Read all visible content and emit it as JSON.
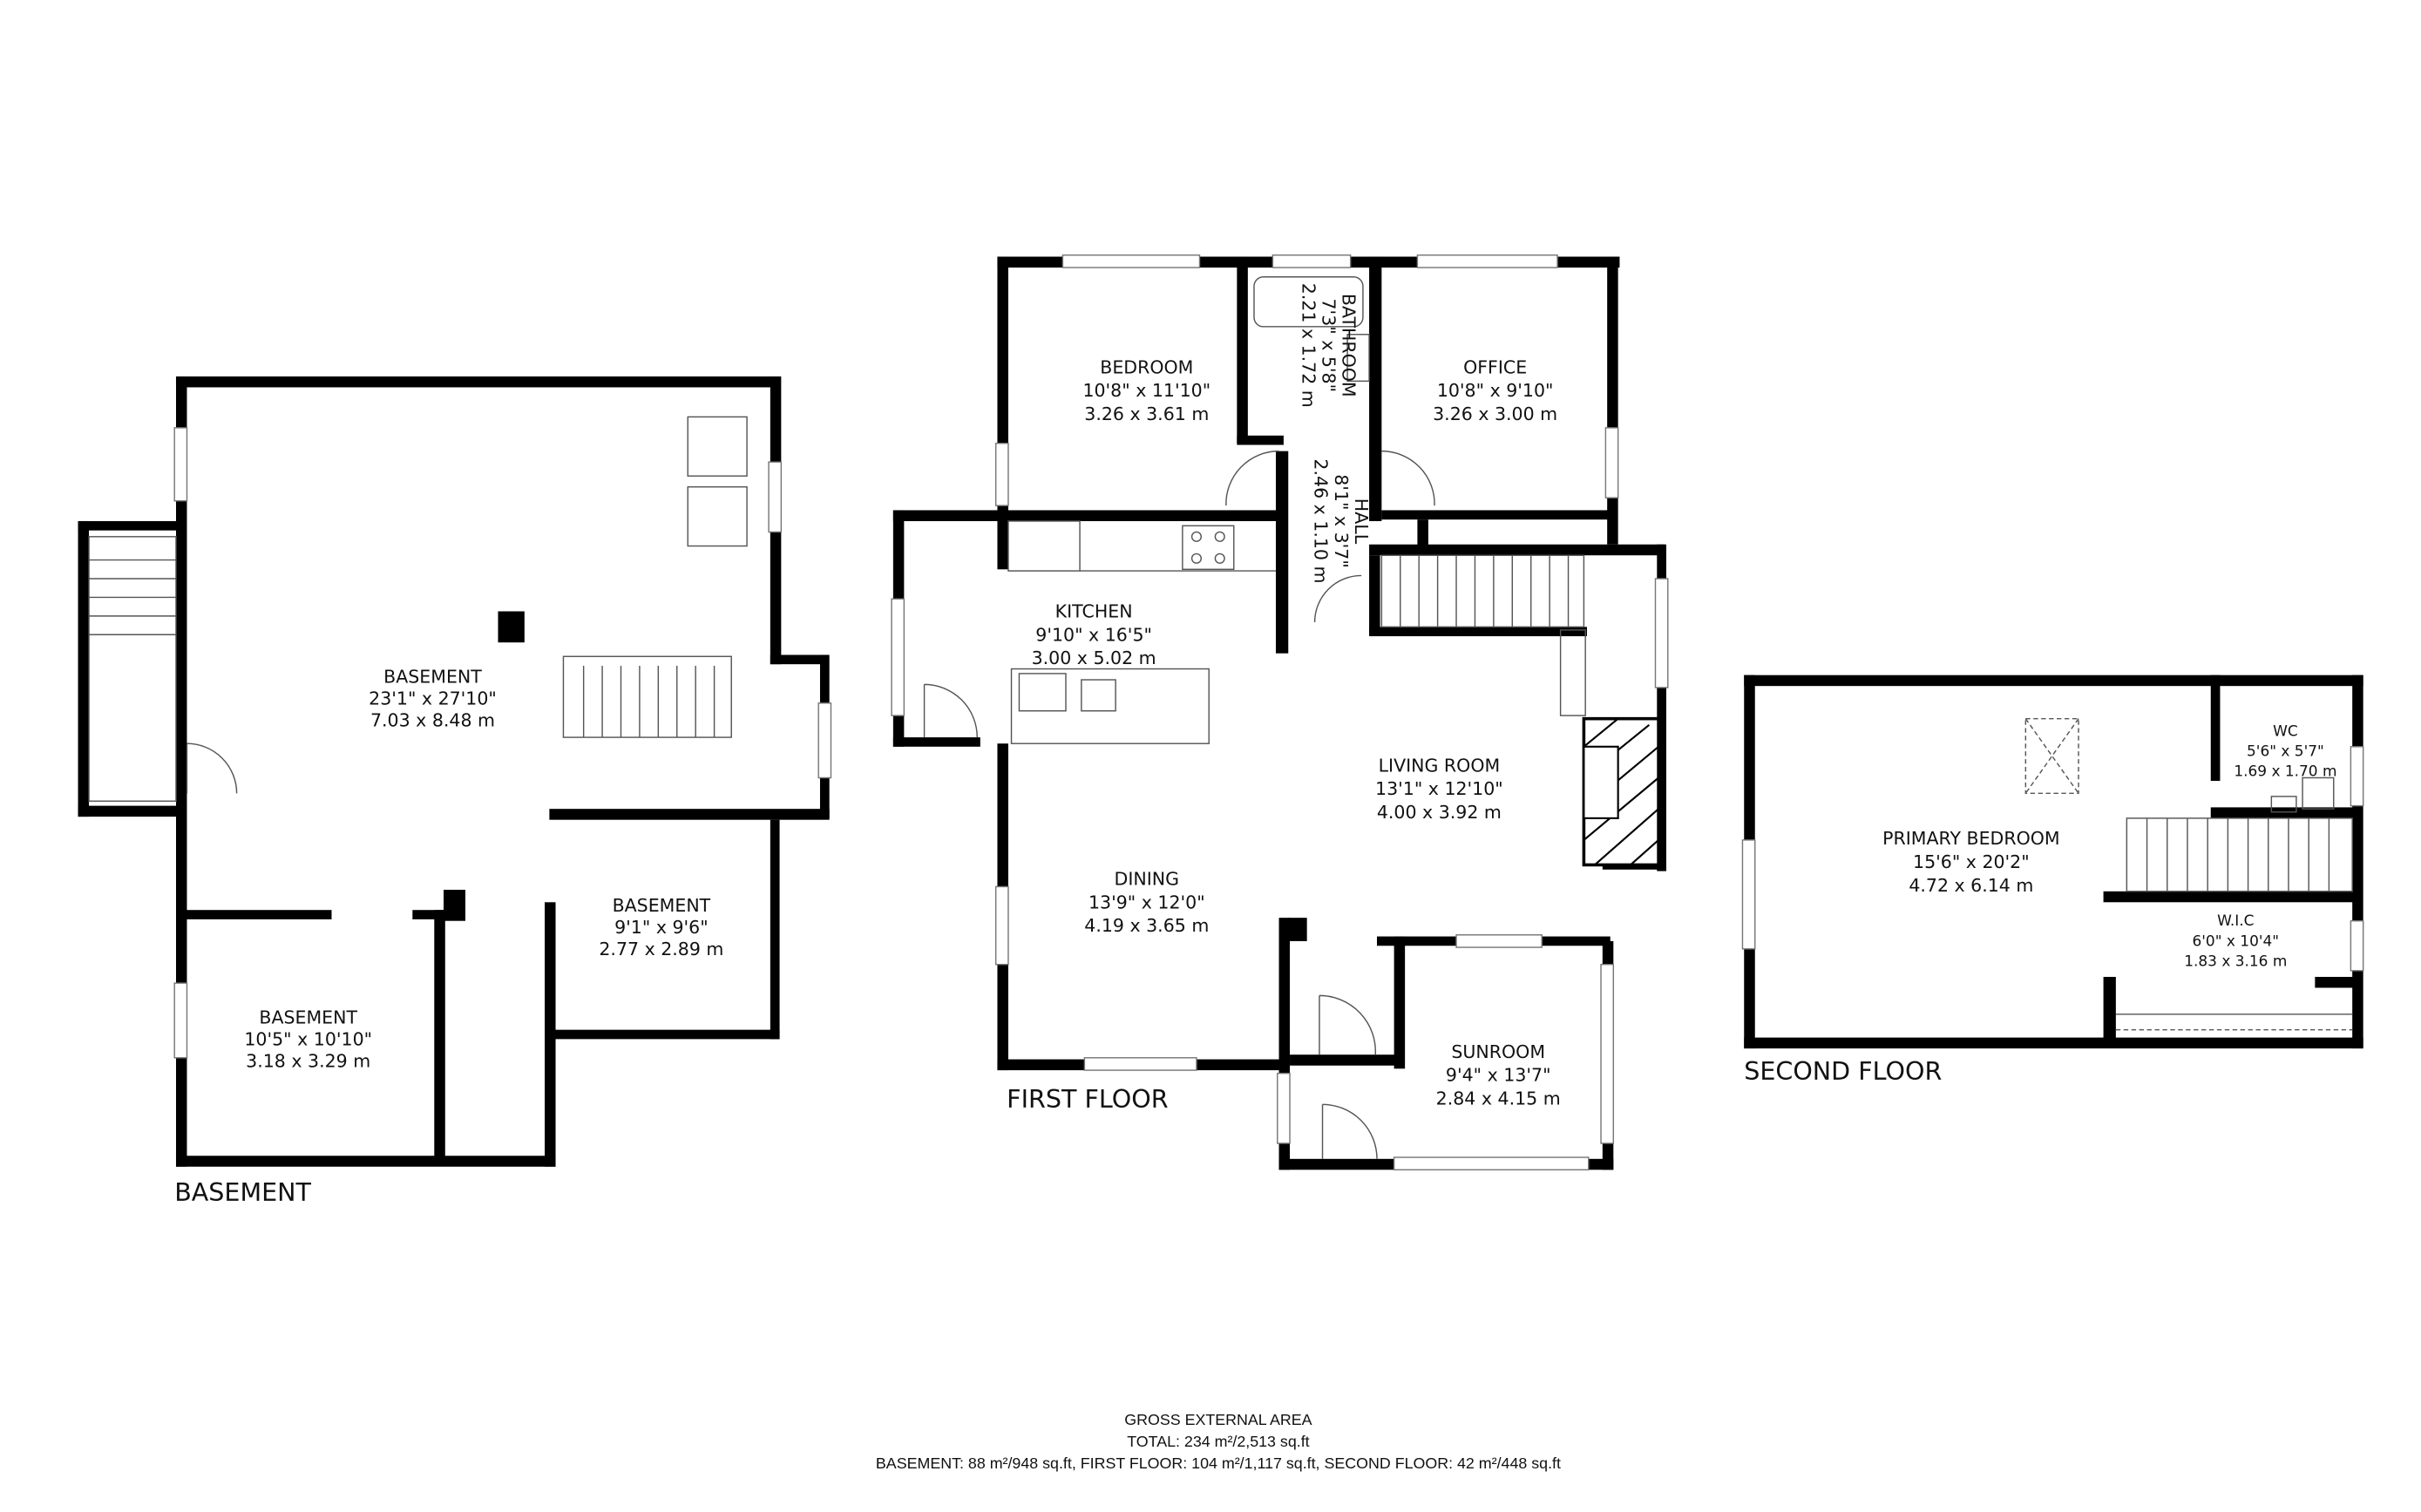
{
  "floors": {
    "basement": {
      "title": "BASEMENT",
      "rooms": [
        {
          "name": "BASEMENT",
          "imperial": "23'1\" x 27'10\"",
          "metric": "7.03 x 8.48 m"
        },
        {
          "name": "BASEMENT",
          "imperial": "9'1\" x 9'6\"",
          "metric": "2.77 x 2.89 m"
        },
        {
          "name": "BASEMENT",
          "imperial": "10'5\" x 10'10\"",
          "metric": "3.18 x 3.29 m"
        }
      ]
    },
    "first": {
      "title": "FIRST FLOOR",
      "rooms": [
        {
          "name": "BEDROOM",
          "imperial": "10'8\" x 11'10\"",
          "metric": "3.26 x 3.61 m"
        },
        {
          "name": "BATHROOM",
          "imperial": "7'3\" x 5'8\"",
          "metric": "2.21 x 1.72 m"
        },
        {
          "name": "OFFICE",
          "imperial": "10'8\" x 9'10\"",
          "metric": "3.26 x 3.00 m"
        },
        {
          "name": "HALL",
          "imperial": "8'1\" x 3'7\"",
          "metric": "2.46 x 1.10 m"
        },
        {
          "name": "KITCHEN",
          "imperial": "9'10\" x 16'5\"",
          "metric": "3.00 x 5.02 m"
        },
        {
          "name": "LIVING ROOM",
          "imperial": "13'1\" x 12'10\"",
          "metric": "4.00 x 3.92 m"
        },
        {
          "name": "DINING",
          "imperial": "13'9\" x 12'0\"",
          "metric": "4.19 x 3.65 m"
        },
        {
          "name": "SUNROOM",
          "imperial": "9'4\" x 13'7\"",
          "metric": "2.84 x 4.15 m"
        }
      ]
    },
    "second": {
      "title": "SECOND FLOOR",
      "rooms": [
        {
          "name": "PRIMARY BEDROOM",
          "imperial": "15'6\" x 20'2\"",
          "metric": "4.72 x 6.14 m"
        },
        {
          "name": "WC",
          "imperial": "5'6\" x 5'7\"",
          "metric": "1.69 x 1.70 m"
        },
        {
          "name": "W.I.C",
          "imperial": "6'0\" x 10'4\"",
          "metric": "1.83 x 3.16 m"
        }
      ]
    }
  },
  "area": {
    "heading": "GROSS EXTERNAL AREA",
    "total": "TOTAL: 234 m²/2,513 sq.ft",
    "breakdown": "BASEMENT: 88 m²/948 sq.ft, FIRST FLOOR: 104 m²/1,117 sq.ft, SECOND FLOOR: 42 m²/448 sq.ft"
  }
}
